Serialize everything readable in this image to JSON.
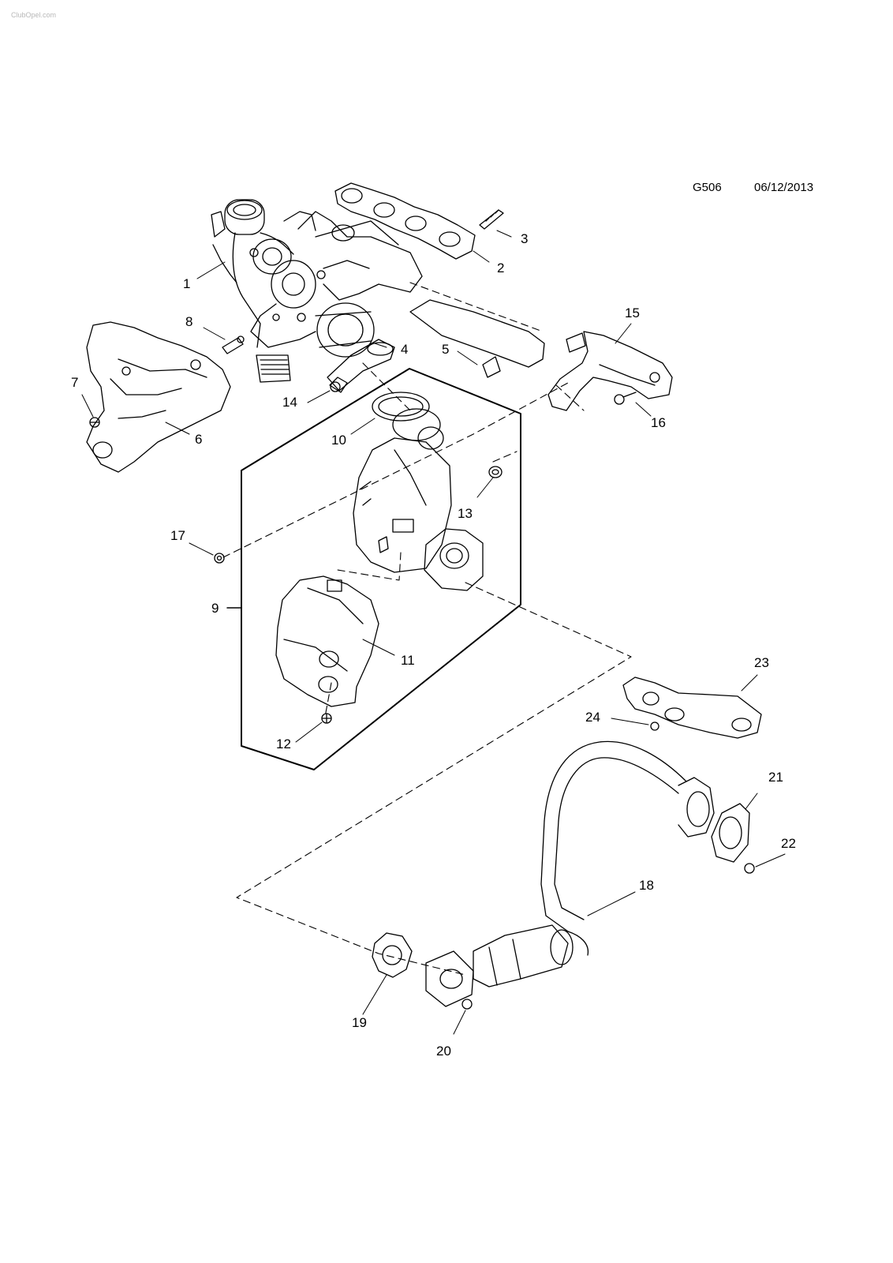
{
  "watermark": "ClubOpel.com",
  "header": {
    "code": "G506",
    "date": "06/12/2013"
  },
  "callouts": [
    {
      "id": "c1",
      "label": "1"
    },
    {
      "id": "c2",
      "label": "2"
    },
    {
      "id": "c3",
      "label": "3"
    },
    {
      "id": "c4",
      "label": "4"
    },
    {
      "id": "c5",
      "label": "5"
    },
    {
      "id": "c6",
      "label": "6"
    },
    {
      "id": "c7",
      "label": "7"
    },
    {
      "id": "c8",
      "label": "8"
    },
    {
      "id": "c9",
      "label": "9"
    },
    {
      "id": "c10",
      "label": "10"
    },
    {
      "id": "c11",
      "label": "11"
    },
    {
      "id": "c12",
      "label": "12"
    },
    {
      "id": "c13",
      "label": "13"
    },
    {
      "id": "c14",
      "label": "14"
    },
    {
      "id": "c15",
      "label": "15"
    },
    {
      "id": "c16",
      "label": "16"
    },
    {
      "id": "c17",
      "label": "17"
    },
    {
      "id": "c18",
      "label": "18"
    },
    {
      "id": "c19",
      "label": "19"
    },
    {
      "id": "c20",
      "label": "20"
    },
    {
      "id": "c21",
      "label": "21"
    },
    {
      "id": "c22",
      "label": "22"
    },
    {
      "id": "c23",
      "label": "23"
    },
    {
      "id": "c24",
      "label": "24"
    }
  ]
}
